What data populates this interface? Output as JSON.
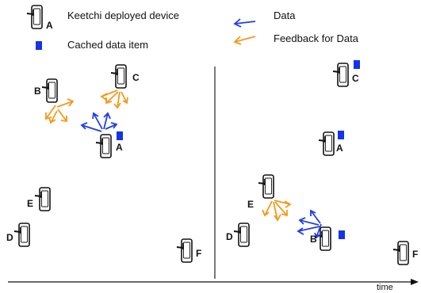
{
  "legend": {
    "device_text": "Keetchi deployed device",
    "device_letter": "A",
    "cached_text": "Cached data item",
    "data_text": "Data",
    "feedback_text": "Feedback for Data"
  },
  "colors": {
    "data_arrow": "#1f3fe6",
    "feedback_arrow": "#f39a1e",
    "cached_item": "#1533e8",
    "device": "#111111"
  },
  "left_panel": {
    "devices": [
      {
        "label": "B",
        "cached": false
      },
      {
        "label": "C",
        "cached": false
      },
      {
        "label": "A",
        "cached": true
      },
      {
        "label": "E",
        "cached": false
      },
      {
        "label": "D",
        "cached": false
      },
      {
        "label": "F",
        "cached": false
      }
    ]
  },
  "right_panel": {
    "devices": [
      {
        "label": "C",
        "cached": true
      },
      {
        "label": "A",
        "cached": true
      },
      {
        "label": "E",
        "cached": false
      },
      {
        "label": "D",
        "cached": false
      },
      {
        "label": "B",
        "cached": true
      },
      {
        "label": "F",
        "cached": false
      }
    ]
  },
  "axis": {
    "label": "time"
  }
}
